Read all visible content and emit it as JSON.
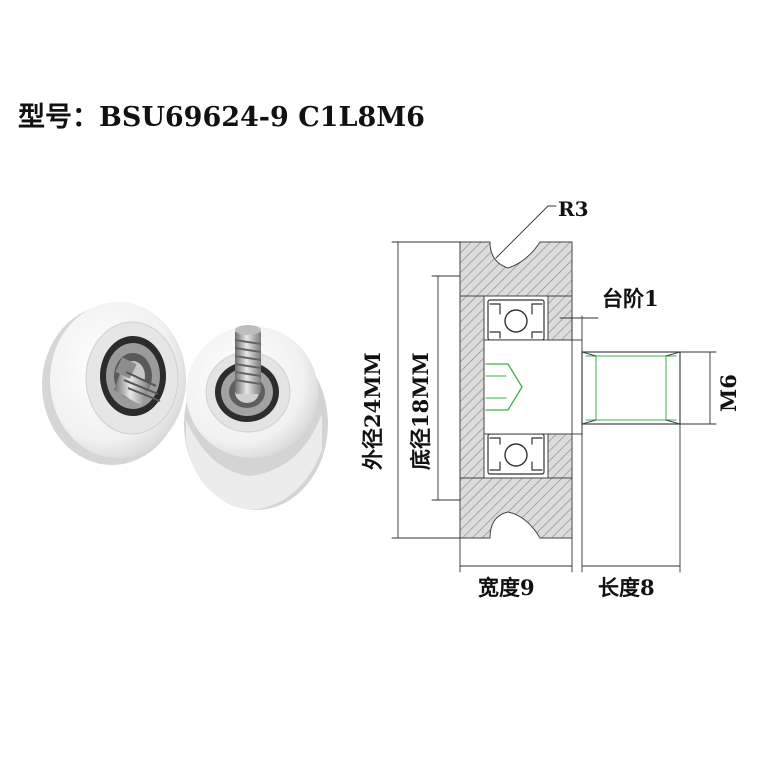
{
  "header": {
    "model_label": "型号：",
    "model_number": "BSU69624-9 C1L8M6"
  },
  "diagram": {
    "groove_radius_label": "R3",
    "step_label": "台阶1",
    "thread_label": "M6",
    "outer_diameter_label": "外径24MM",
    "base_diameter_label": "底径18MM",
    "width_label": "宽度9",
    "length_label": "长度8"
  },
  "colors": {
    "hatch": "#8a8a8a",
    "section_fill": "#d9d9d9",
    "thread_green": "#3cb04a",
    "outline": "#333333"
  }
}
